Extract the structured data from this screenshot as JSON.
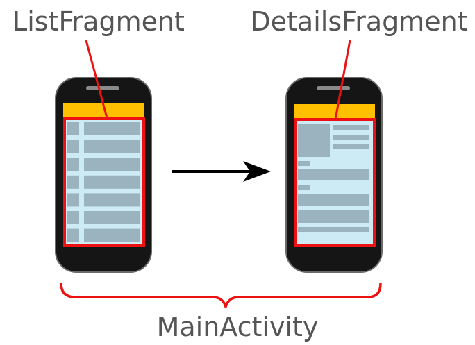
{
  "labels": {
    "left_fragment": "ListFragment",
    "right_fragment": "DetailsFragment",
    "activity": "MainActivity"
  },
  "colors": {
    "highlight": "#ee1111",
    "phone_body": "#151515",
    "status_bar": "#ffc000",
    "screen": "#cdebf5",
    "content_block": "#9bb3be",
    "arrow": "#000000",
    "text": "#555555"
  },
  "list_screen": {
    "row_count": 7
  }
}
